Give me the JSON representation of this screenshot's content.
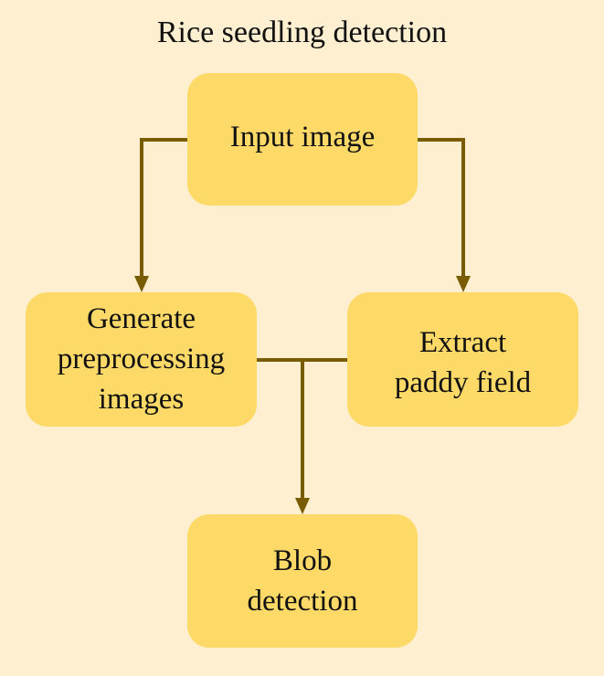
{
  "title": "Rice seedling detection",
  "nodes": {
    "input": {
      "lines": [
        "Input image"
      ]
    },
    "generate": {
      "lines": [
        "Generate",
        "preprocessing",
        "images"
      ]
    },
    "extract": {
      "lines": [
        "Extract",
        "paddy field"
      ]
    },
    "blob": {
      "lines": [
        "Blob",
        "detection"
      ]
    }
  },
  "edges": [
    {
      "from": "input",
      "to": "generate"
    },
    {
      "from": "input",
      "to": "extract"
    },
    {
      "from": "generate",
      "to": "blob"
    },
    {
      "from": "extract",
      "to": "blob"
    }
  ],
  "colors": {
    "background": "#FDEFCF",
    "node_fill": "#FDD967",
    "connector": "#7A5C00",
    "text": "#111111"
  }
}
